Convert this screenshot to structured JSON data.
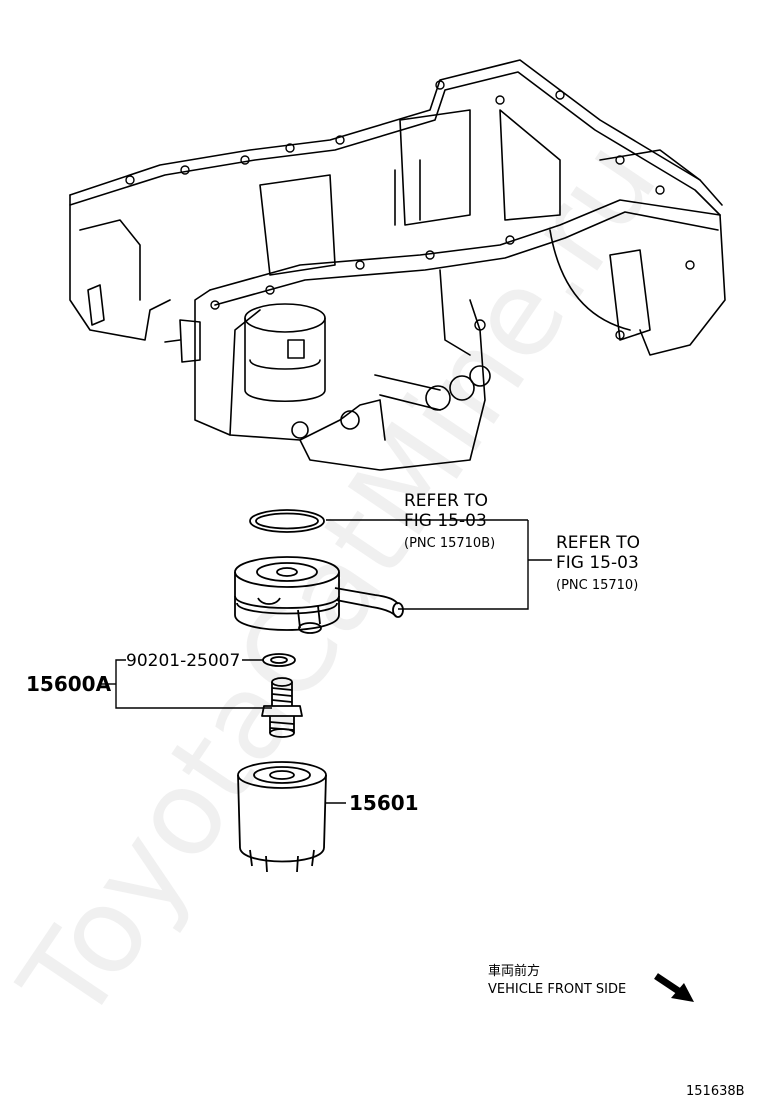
{
  "watermark": "ToyotaCatMine.ru",
  "callouts": {
    "refer_a": {
      "line1": "REFER TO",
      "line2": "FIG 15-03",
      "line3": "(PNC 15710B)"
    },
    "refer_b": {
      "line1": "REFER TO",
      "line2": "FIG 15-03",
      "line3": "(PNC 15710)"
    },
    "part_15600A": "15600A",
    "part_90201": "90201-25007",
    "part_15601": "15601"
  },
  "direction": {
    "jp": "車両前方",
    "en": "VEHICLE FRONT SIDE",
    "icon": "arrow-down-right-icon"
  },
  "figure_id": "151638B"
}
